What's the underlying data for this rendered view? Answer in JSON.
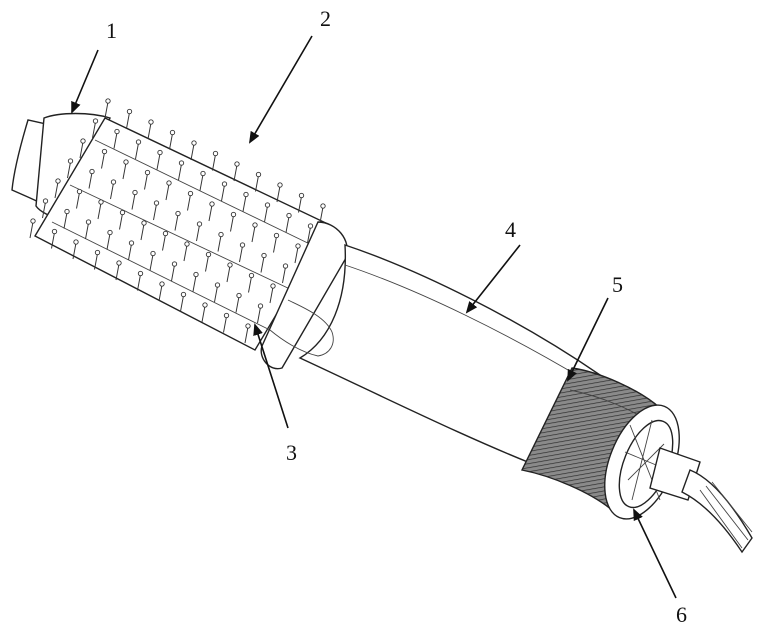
{
  "diagram": {
    "callouts": [
      {
        "id": 1,
        "label": "1"
      },
      {
        "id": 2,
        "label": "2"
      },
      {
        "id": 3,
        "label": "3"
      },
      {
        "id": 4,
        "label": "4"
      },
      {
        "id": 5,
        "label": "5"
      },
      {
        "id": 6,
        "label": "6"
      }
    ],
    "colors": {
      "line": "#222222",
      "fill": "#ffffff",
      "grip": "#555555"
    }
  }
}
